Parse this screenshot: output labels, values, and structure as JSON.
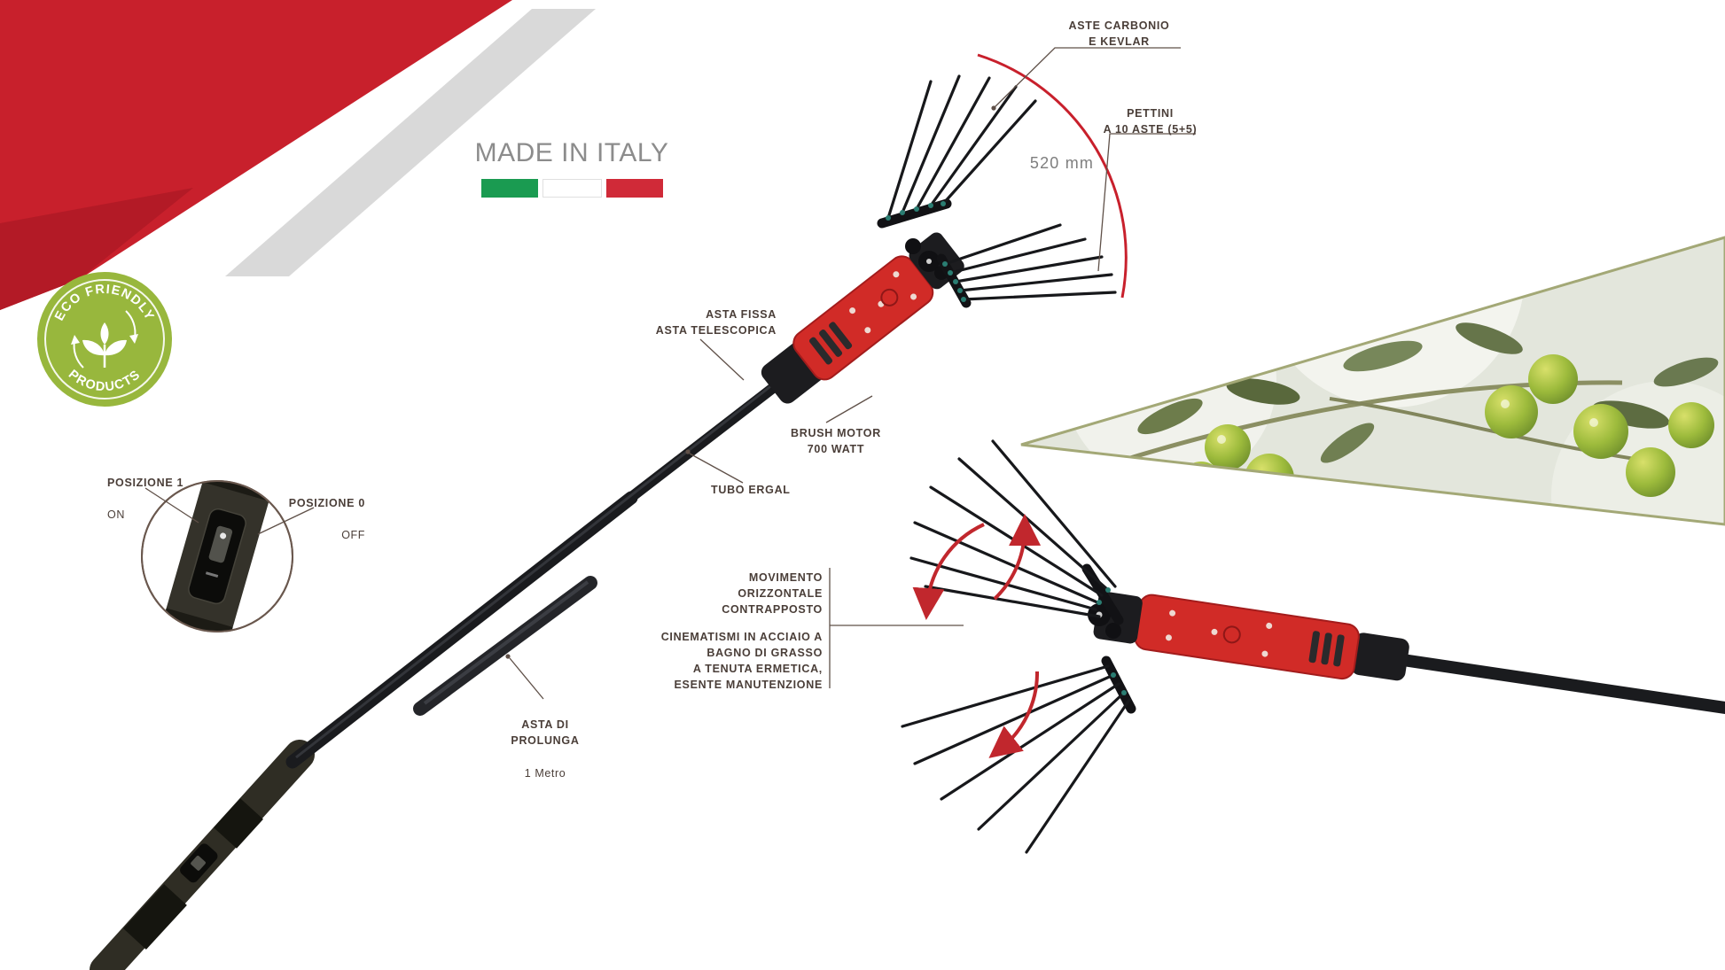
{
  "colors": {
    "brand_red": "#c8202c",
    "banner_gray": "#d9d9d9",
    "eco_green": "#98b73d",
    "callout_text": "#4a3e38",
    "leader_line": "#5f5048",
    "measure_gray": "#7e7e7e",
    "made_gray": "#8c8c8c",
    "flag_green": "#1a9b51",
    "flag_red": "#d02a38",
    "device_red": "#d12b27"
  },
  "header": {
    "made_in_italy": "MADE IN ITALY"
  },
  "eco_badge": {
    "arc_top": "ECO FRIENDLY",
    "arc_bottom": "PRODUCTS"
  },
  "callouts": {
    "aste_carbonio": "ASTE CARBONIO\nE KEVLAR",
    "pettini": "PETTINI\nA 10 ASTE (5+5)",
    "misura": "520 mm",
    "asta_fissa": "ASTA FISSA\nASTA TELESCOPICA",
    "brush_motor": "BRUSH MOTOR\n700 WATT",
    "tubo_ergal": "TUBO ERGAL",
    "posizione_1": {
      "label": "POSIZIONE 1",
      "value": "ON"
    },
    "posizione_0": {
      "label": "POSIZIONE 0",
      "value": "OFF"
    },
    "asta_prolunga": {
      "label": "ASTA DI PROLUNGA",
      "value": "1 Metro"
    },
    "movimento": "MOVIMENTO\nORIZZONTALE\nCONTRAPPOSTO",
    "cinematismi": "CINEMATISMI IN ACCIAIO A\nBAGNO DI GRASSO\nA TENUTA ERMETICA,\nESENTE MANUTENZIONE"
  }
}
